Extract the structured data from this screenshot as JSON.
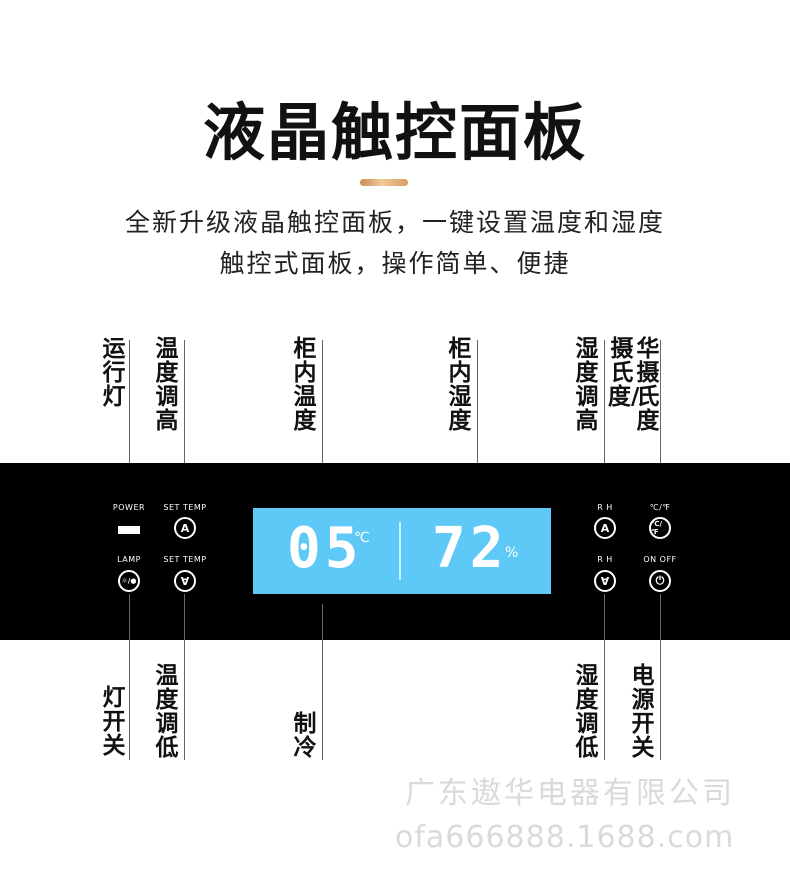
{
  "header": {
    "title": "液晶触控面板",
    "subtitle_line1": "全新升级液晶触控面板，一键设置温度和湿度",
    "subtitle_line2": "触控式面板，操作简单、便捷"
  },
  "top_labels": {
    "run_light": "运行灯",
    "temp_up": "温度调高",
    "cabinet_temp": "柜内温度",
    "cabinet_humidity": "柜内湿度",
    "humidity_up": "湿度调高",
    "celsius": "摄氏度/",
    "fahrenheit": "华摄氏度"
  },
  "bottom_labels": {
    "light_switch": "灯开关",
    "temp_down": "温度调低",
    "cooling": "制冷",
    "humidity_down": "湿度调低",
    "power_switch": "电源开关"
  },
  "panel": {
    "power_label": "POWER",
    "set_temp_label_top": "SET TEMP",
    "lamp_label": "LAMP",
    "set_temp_label_bottom": "SET TEMP",
    "rh_label_top": "R H",
    "rh_label_bottom": "R H",
    "unit_toggle_label": "℃/℉",
    "onoff_label": "ON OFF",
    "up_glyph": "A",
    "down_glyph": "∀",
    "unit_glyph": "℃/℉",
    "power_glyph": "⏻",
    "lamp_glyph": "☼/●",
    "lcd": {
      "temp_value": "05",
      "temp_unit": "℃",
      "humidity_value": "72",
      "humidity_unit": "%",
      "background": "#5ec8f6"
    }
  },
  "watermark": {
    "company": "广东遨华电器有限公司",
    "url": "ofa666888.1688.com"
  }
}
